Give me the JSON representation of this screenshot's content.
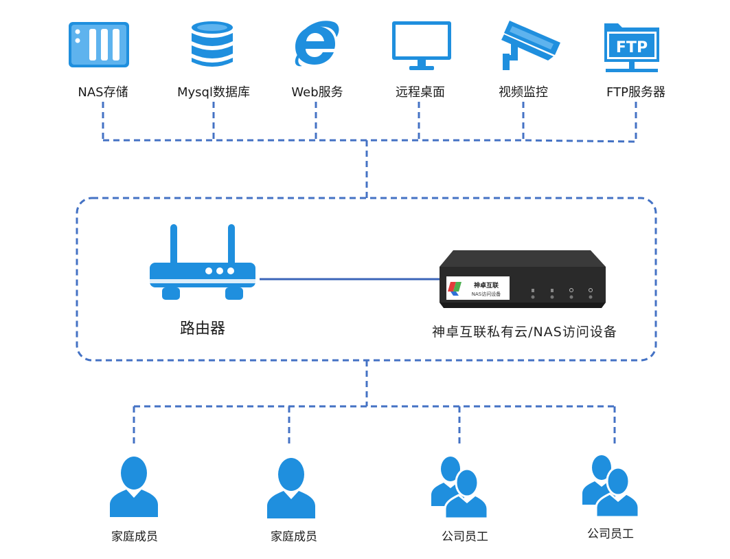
{
  "services": [
    {
      "label": "NAS存储",
      "icon": "nas-storage-icon"
    },
    {
      "label": "Mysql数据库",
      "icon": "database-icon"
    },
    {
      "label": "Web服务",
      "icon": "ie-browser-icon"
    },
    {
      "label": "远程桌面",
      "icon": "monitor-icon"
    },
    {
      "label": "视频监控",
      "icon": "cctv-camera-icon"
    },
    {
      "label": "FTP服务器",
      "icon": "ftp-server-icon"
    }
  ],
  "router": {
    "label": "路由器",
    "icon": "router-icon"
  },
  "device": {
    "label": "神卓互联私有云/NAS访问设备",
    "brand": "神卓互联",
    "sub": "NAS访问设备",
    "icon": "nas-access-device-icon"
  },
  "users": [
    {
      "label": "家庭成员",
      "icon": "person-icon"
    },
    {
      "label": "家庭成员",
      "icon": "person-icon"
    },
    {
      "label": "公司员工",
      "icon": "group-icon"
    },
    {
      "label": "公司员工",
      "icon": "group-icon"
    }
  ],
  "colors": {
    "accent": "#1f8fde",
    "line": "#4472c4",
    "device_body": "#2b2b2b"
  }
}
